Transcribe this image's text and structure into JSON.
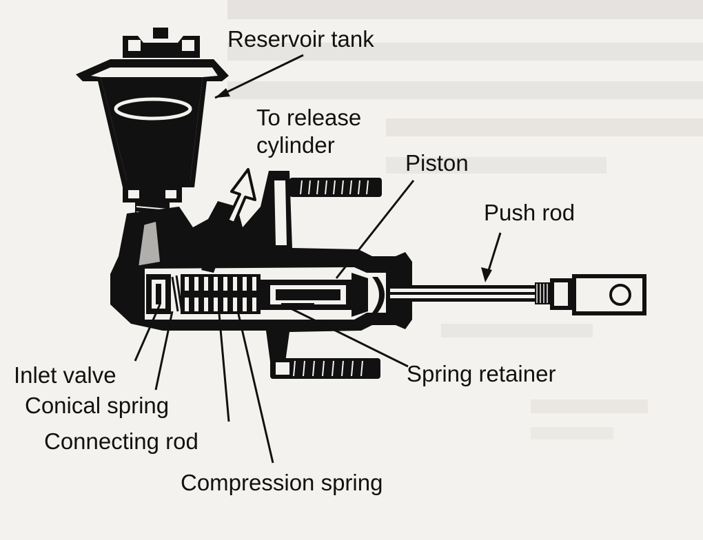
{
  "labels": {
    "reservoir_tank": "Reservoir tank",
    "to_release_line1": "To release",
    "to_release_line2": "cylinder",
    "piston": "Piston",
    "push_rod": "Push rod",
    "inlet_valve": "Inlet valve",
    "conical_spring": "Conical spring",
    "connecting_rod": "Connecting rod",
    "compression_spring": "Compression spring",
    "spring_retainer": "Spring retainer"
  },
  "colors": {
    "ink": "#111111",
    "paper": "#f4f2ee",
    "bleed_through": "#b8b6b2"
  }
}
